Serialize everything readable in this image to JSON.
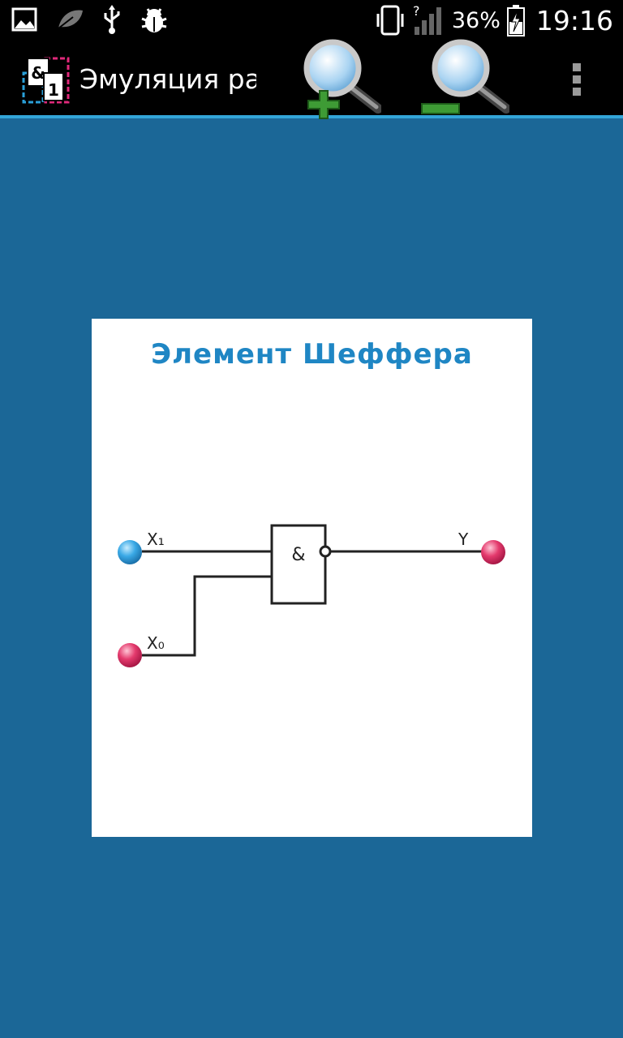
{
  "status_bar": {
    "icons": [
      "image-icon",
      "leaf-icon",
      "usb-icon",
      "bug-icon",
      "vibrate-icon",
      "signal-icon",
      "battery-charging-icon"
    ],
    "battery": "36%",
    "time": "19:16"
  },
  "action_bar": {
    "app_icon": "logic-gates-app-icon",
    "app_icon_symbols": [
      "&",
      "1"
    ],
    "title": "Эмуляция ра",
    "actions": [
      "zoom-in-icon",
      "zoom-out-icon",
      "overflow-menu-icon"
    ]
  },
  "diagram": {
    "title": "Элемент Шеффера",
    "gate_symbol": "&",
    "inputs": [
      {
        "label": "X₁",
        "state_color": "#3aa9e6"
      },
      {
        "label": "X₀",
        "state_color": "#e43a6d"
      }
    ],
    "output": {
      "label": "Y",
      "state_color": "#e43a6d"
    }
  }
}
